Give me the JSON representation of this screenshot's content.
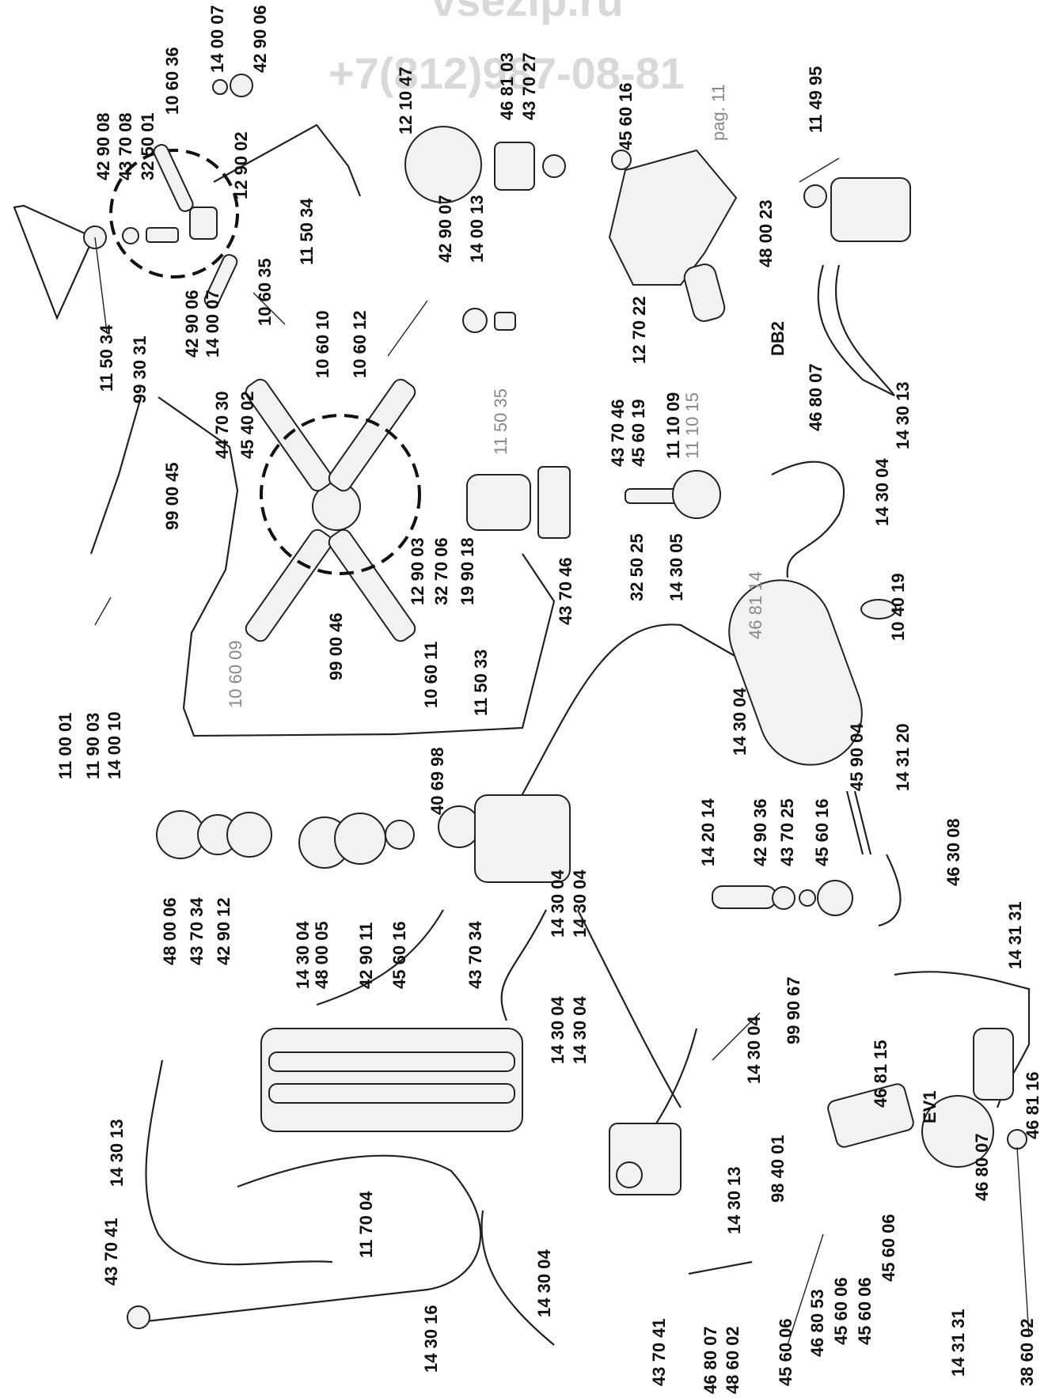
{
  "watermark": {
    "site": "vsezip.ru",
    "phone": "+7(812)987-08-81"
  },
  "page_ref": "pag. 11",
  "labels": {
    "l_140007a": "14 00 07",
    "l_429006a": "42 90 06",
    "l_106036": "10 60 36",
    "l_429008": "42 90 08",
    "l_437008": "43 70 08",
    "l_325001": "32 50 01",
    "l_129002": "12 90 02",
    "l_115034a": "11 50 34",
    "l_115034b": "11 50 34",
    "l_993031": "99 30 31",
    "l_429006b": "42 90 06",
    "l_140007b": "14 00 07",
    "l_106035": "10 60 35",
    "l_121047": "12 10 47",
    "l_468103": "46 81 03",
    "l_437027": "43 70 27",
    "l_456016a": "45 60 16",
    "l_429007": "42 90 07",
    "l_140013": "14 00 13",
    "l_127022": "12 70 22",
    "l_114995": "11 49 95",
    "l_480023": "48 00 23",
    "l_db2": "DB2",
    "l_468007a": "46 80 07",
    "l_143013a": "14 30 13",
    "l_106010": "10 60 10",
    "l_106012": "10 60 12",
    "l_447030": "44 70 30",
    "l_454002": "45 40 02",
    "l_990045": "99 00 45",
    "l_115035": "11 50 35",
    "l_437046a": "43 70 46",
    "l_456019": "45 60 19",
    "l_111009": "11 10 09",
    "l_111015": "11 10 15",
    "l_143004a": "14 30 04",
    "l_104019": "10 40 19",
    "l_129003": "12 90 03",
    "l_327006": "32 70 06",
    "l_199018": "19 90 18",
    "l_437046b": "43 70 46",
    "l_325025": "32 50 25",
    "l_143005": "14 30 05",
    "l_468114": "46 81 14",
    "l_990046": "99 00 46",
    "l_106009": "10 60 09",
    "l_106011": "10 60 11",
    "l_115033": "11 50 33",
    "l_110001": "11 00 01",
    "l_119003": "11 90 03",
    "l_140010": "14 00 10",
    "l_143004b": "14 30 04",
    "l_459004": "45 90 04",
    "l_143120": "14 31 20",
    "l_406998": "40 69 98",
    "l_142014": "14 20 14",
    "l_429036": "42 90 36",
    "l_437025": "43 70 25",
    "l_456016b": "45 60 16",
    "l_463008": "46 30 08",
    "l_480006": "48 00 06",
    "l_437034a": "43 70 34",
    "l_429012": "42 90 12",
    "l_143004c": "14 30 04",
    "l_480005": "48 00 05",
    "l_429011": "42 90 11",
    "l_456016c": "45 60 16",
    "l_437034b": "43 70 34",
    "l_143004d": "14 30 04",
    "l_143004e": "14 30 04",
    "l_143004f": "14 30 04",
    "l_143004g": "14 30 04",
    "l_143004h": "14 30 04",
    "l_999067": "99 90 67",
    "l_143131a": "14 31 31",
    "l_468115": "46 81 15",
    "l_468116": "46 81 16",
    "l_ev1": "EV1",
    "l_468007b": "46 80 07",
    "l_143131b": "14 31 31",
    "l_386002": "38 60 02",
    "l_984001": "98 40 01",
    "l_143013b": "14 30 13",
    "l_143013c": "14 30 13",
    "l_437041a": "43 70 41",
    "l_143016": "14 30 16",
    "l_117004": "11 70 04",
    "l_143004i": "14 30 04",
    "l_437041b": "43 70 41",
    "l_468007c": "46 80 07",
    "l_486002": "48 60 02",
    "l_456006a": "45 60 06",
    "l_468053": "46 80 53",
    "l_456006b": "45 60 06",
    "l_456006c": "45 60 06",
    "l_456006d": "45 60 06"
  }
}
